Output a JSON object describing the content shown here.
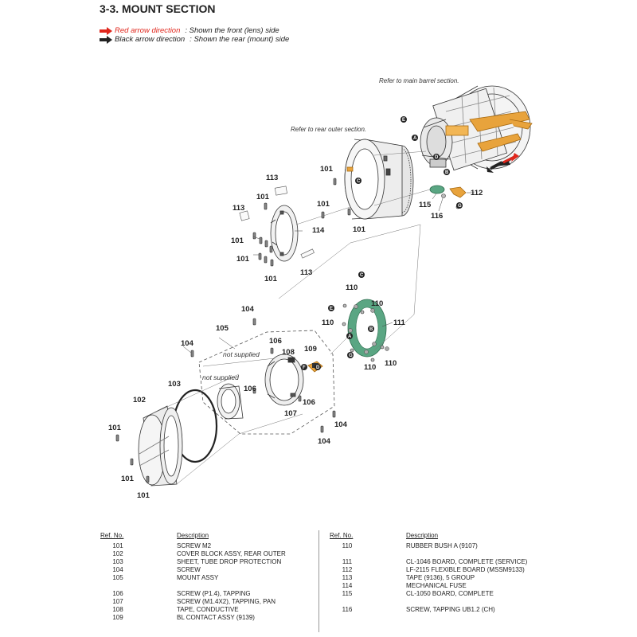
{
  "title": "3-3. MOUNT  SECTION",
  "legend": {
    "red_label": "Red arrow direction",
    "red_desc": ": Shown the front (lens) side",
    "black_label": "Black arrow direction",
    "black_desc": ": Shown the rear (mount) side",
    "red_color": "#e0261c",
    "black_color": "#222222"
  },
  "notes": {
    "main_barrel": "Refer to main barrel section.",
    "rear_outer": "Refer to rear outer section.",
    "not_supplied_1": "not supplied",
    "not_supplied_2": "not supplied"
  },
  "letters": {
    "A": "A",
    "B": "B",
    "C": "C",
    "D": "D",
    "E": "E",
    "F": "F",
    "G": "G"
  },
  "callouts": {
    "c101": "101",
    "c102": "102",
    "c103": "103",
    "c104": "104",
    "c105": "105",
    "c106": "106",
    "c107": "107",
    "c108": "108",
    "c109": "109",
    "c110": "110",
    "c111": "111",
    "c112": "112",
    "c113": "113",
    "c114": "114",
    "c115": "115",
    "c116": "116"
  },
  "parts_table": {
    "ref_header": "Ref. No.",
    "desc_header": "Description",
    "left": [
      {
        "ref": "101",
        "desc": "SCREW M2"
      },
      {
        "ref": "102",
        "desc": "COVER BLOCK ASSY, REAR OUTER"
      },
      {
        "ref": "103",
        "desc": "SHEET, TUBE DROP PROTECTION"
      },
      {
        "ref": "104",
        "desc": "SCREW"
      },
      {
        "ref": "105",
        "desc": "MOUNT ASSY"
      },
      {
        "ref": "106",
        "desc": "SCREW (P1.4), TAPPING"
      },
      {
        "ref": "107",
        "desc": "SCREW (M1.4X2), TAPPING, PAN"
      },
      {
        "ref": "108",
        "desc": "TAPE, CONDUCTIVE"
      },
      {
        "ref": "109",
        "desc": "BL CONTACT ASSY (9139)"
      }
    ],
    "right": [
      {
        "ref": "110",
        "desc": "RUBBER BUSH A (9107)"
      },
      {
        "ref": "111",
        "desc": "CL-1046 BOARD, COMPLETE (SERVICE)"
      },
      {
        "ref": "112",
        "desc": "LF-2115 FLEXIBLE BOARD (MSSM9133)"
      },
      {
        "ref": "113",
        "desc": "TAPE (9136), 5 GROUP"
      },
      {
        "ref": "114",
        "desc": "MECHANICAL FUSE"
      },
      {
        "ref": "115",
        "desc": "CL-1050 BOARD, COMPLETE"
      },
      {
        "ref": "116",
        "desc": "SCREW, TAPPING UB1.2 (CH)"
      }
    ]
  }
}
